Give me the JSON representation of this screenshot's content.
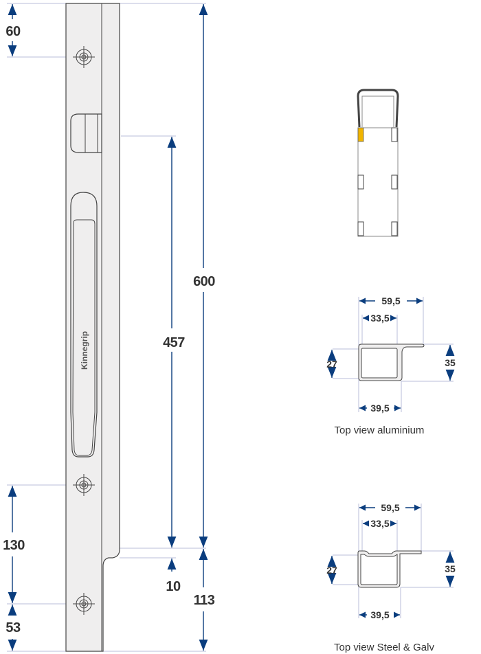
{
  "drawing": {
    "brand_label": "Kinnegrip",
    "dimensions": {
      "top_to_hole": "60",
      "total_length": "600",
      "latch_to_end": "457",
      "step": "10",
      "bottom_section": "113",
      "hole_spacing": "130",
      "bottom_hole": "53"
    },
    "aluminium_profile": {
      "caption": "Top view aluminium",
      "width_total": "59,5",
      "inner_width": "33,5",
      "inner_height": "27",
      "outer_height": "35",
      "outer_width": "39,5"
    },
    "steel_profile": {
      "caption": "Top view Steel & Galv",
      "width_total": "59,5",
      "inner_width": "33,5",
      "inner_height": "27",
      "outer_height": "35",
      "outer_width": "39,5"
    },
    "colors": {
      "dimension": "#0a3d7e",
      "extension": "#b8bcd8",
      "highlight": "#f0b400"
    }
  }
}
